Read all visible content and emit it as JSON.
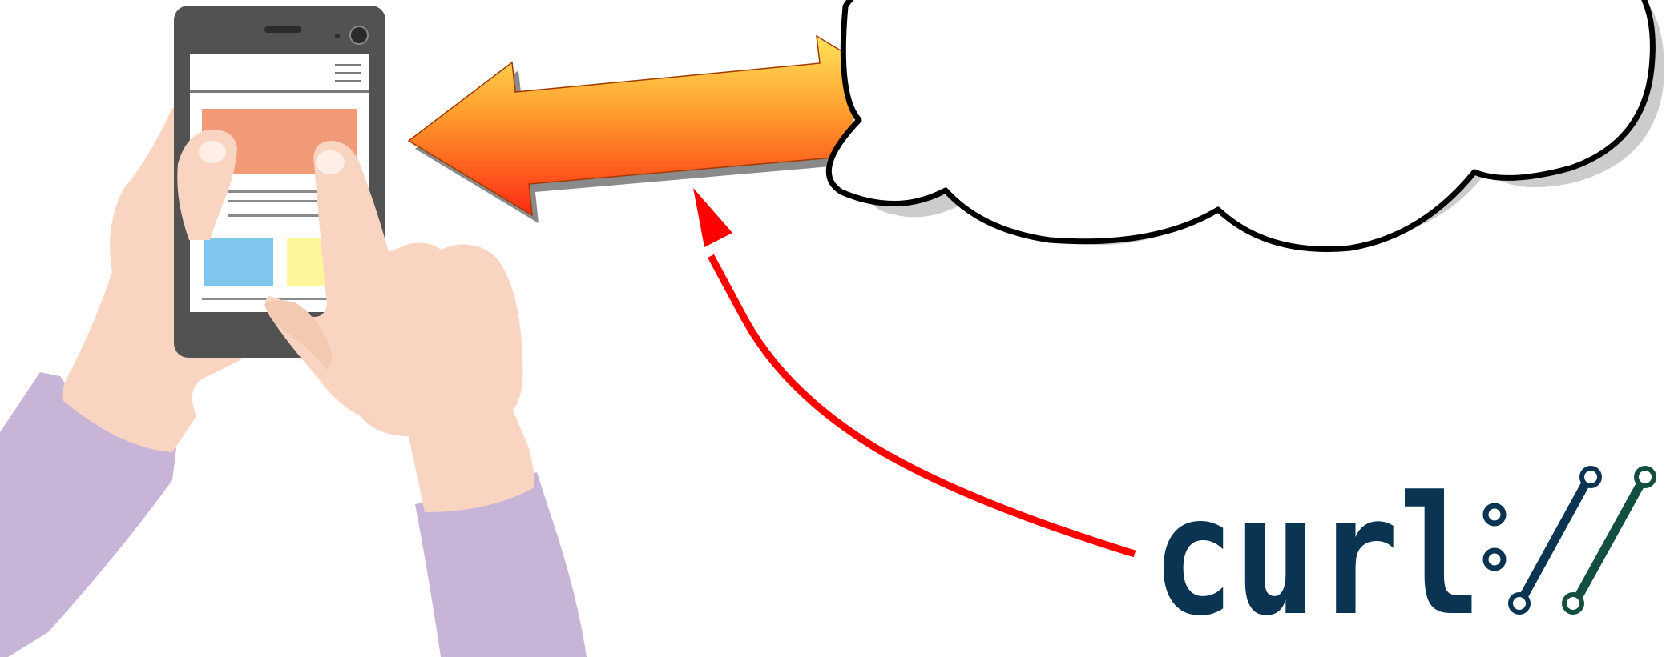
{
  "diagram": {
    "client": {
      "device": "smartphone",
      "icons": [
        "hamburger-menu-icon"
      ]
    },
    "cloud": {
      "label": ""
    },
    "link": {
      "type": "bidirectional-arrow"
    },
    "pointer": {
      "type": "curved-arrow",
      "from": "curl",
      "to": "link"
    },
    "logo": {
      "text": "curl://"
    }
  },
  "colors": {
    "phone_body": "#525252",
    "screen": "#ffffff",
    "screen_banner": "#f09a77",
    "screen_tile_blue": "#7fc6ec",
    "screen_tile_yellow": "#fdf69b",
    "skin": "#f9d5c1",
    "sleeve": "#c8b4d7",
    "arrow_gradient_top": "#ffe35a",
    "arrow_gradient_bottom": "#ff2a14",
    "arrow_shadow": "#8a8a8a",
    "pointer_arrow": "#ff0000",
    "cloud_outline": "#000000",
    "cloud_shadow": "#cccccc",
    "curl_text": "#0a3451",
    "curl_slash_dark": "#0a3451",
    "curl_slash_green": "#124f41"
  }
}
